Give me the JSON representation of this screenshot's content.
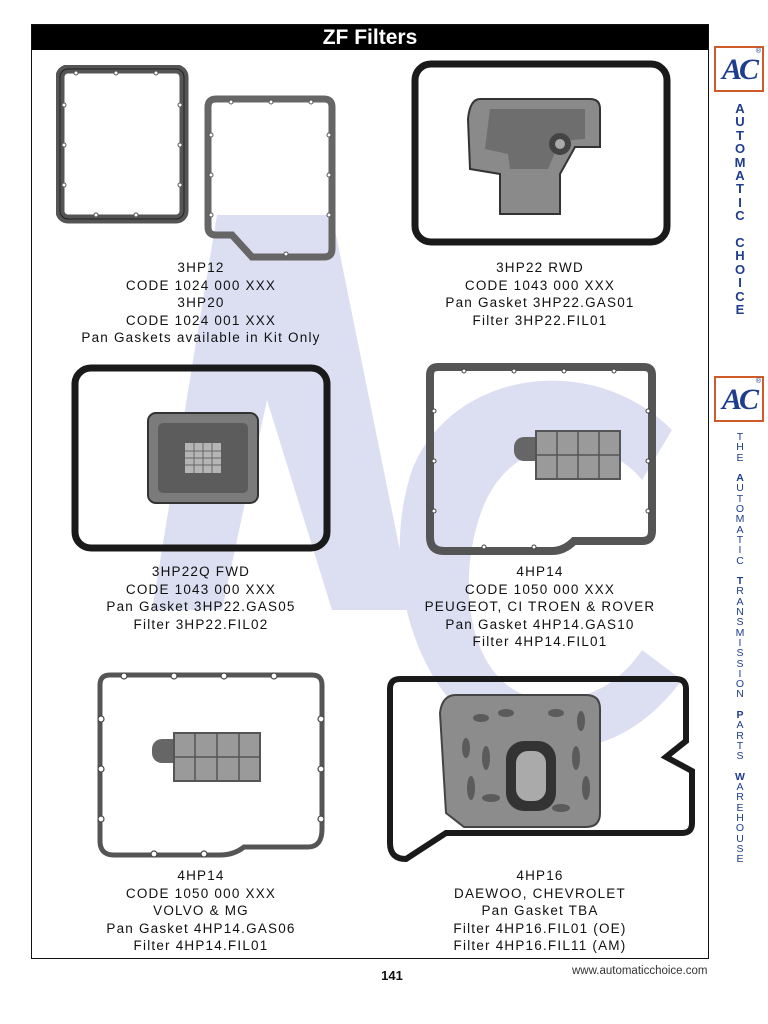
{
  "page_title": "ZF Filters",
  "products": [
    {
      "lines": [
        "3HP12",
        "CODE 1024 000 XXX",
        "3HP20",
        "CODE 1024 001 XXX",
        "Pan Gaskets available in Kit Only"
      ]
    },
    {
      "lines": [
        "3HP22 RWD",
        "CODE 1043 000 XXX",
        "Pan Gasket 3HP22.GAS01",
        "Filter 3HP22.FIL01"
      ]
    },
    {
      "lines": [
        "3HP22Q FWD",
        "CODE 1043 000 XXX",
        "Pan Gasket 3HP22.GAS05",
        "Filter 3HP22.FIL02"
      ]
    },
    {
      "lines": [
        "4HP14",
        "CODE 1050 000 XXX",
        "PEUGEOT, CI TROEN & ROVER",
        "Pan Gasket 4HP14.GAS10",
        "Filter 4HP14.FIL01"
      ]
    },
    {
      "lines": [
        "4HP14",
        "CODE 1050 000 XXX",
        "VOLVO & MG",
        "Pan Gasket 4HP14.GAS06",
        "Filter 4HP14.FIL01"
      ]
    },
    {
      "lines": [
        "4HP16",
        "DAEWOO, CHEVROLET",
        "Pan Gasket TBA",
        "Filter 4HP16.FIL01 (OE)",
        "Filter 4HP16.FIL11 (AM)"
      ]
    }
  ],
  "brand": {
    "logo_text": "AC",
    "registered_mark": "®",
    "word_vertical": "AUTOMATIC CHOICE",
    "tagline_words": [
      "THE",
      "AUTOMATIC",
      "TRANSMISSION",
      "PARTS",
      "WAREHOUSE"
    ]
  },
  "page_number": "141",
  "website": "www.automaticchoice.com",
  "colors": {
    "brand_blue": "#1e3d8f",
    "logo_border": "#cf5a2a",
    "watermark": "#dcdff2"
  }
}
